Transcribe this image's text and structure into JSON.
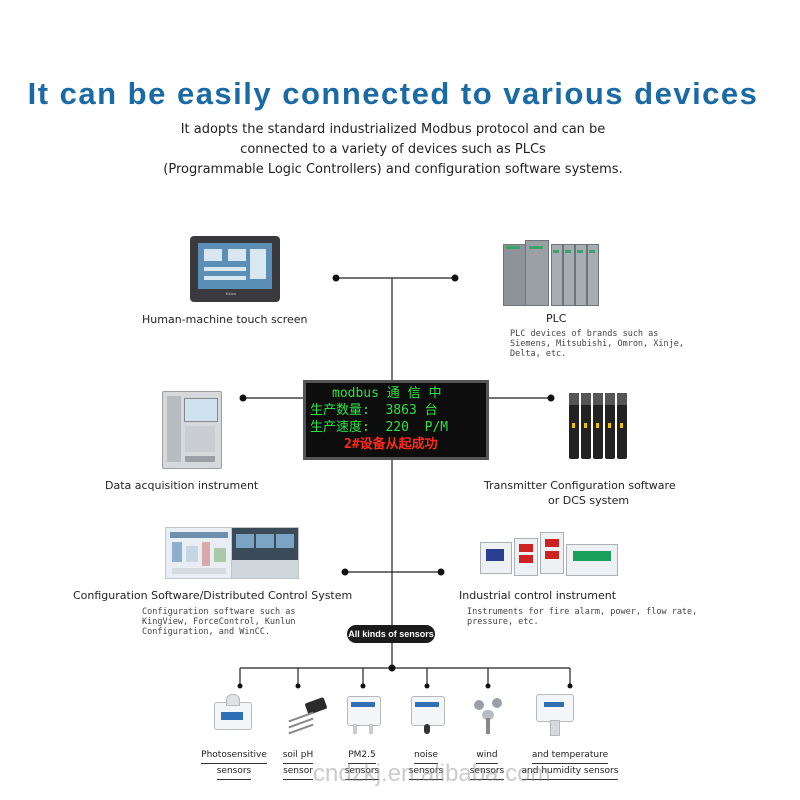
{
  "title": "It can be easily connected to various devices",
  "subtitle_lines": [
    "It adopts the standard industrialized Modbus protocol and can be",
    "connected to a variety of devices such as PLCs",
    "(Programmable Logic Controllers) and configuration software systems."
  ],
  "led": {
    "line1_a": "modbus",
    "line1_b": "通 信 中",
    "line2": "生产数量:  3863 台",
    "line3": "生产速度:  220  P/M",
    "line4": "2#设备从起成功"
  },
  "hmi": {
    "label": "Human-machine touch screen",
    "logo": "Kinco"
  },
  "plc": {
    "label": "PLC",
    "desc_lines": [
      "PLC devices of brands such as",
      "Siemens, Mitsubishi, Omron, Xinje,",
      "Delta, etc."
    ]
  },
  "daq": {
    "label": "Data acquisition instrument"
  },
  "transmitter": {
    "label_lines": [
      "Transmitter Configuration software",
      "or DCS system"
    ]
  },
  "config": {
    "label": "Configuration Software/Distributed Control System",
    "desc_lines": [
      "Configuration software such as",
      "KingView, ForceControl, Kunlun",
      "Configuration, and WinCC."
    ]
  },
  "industrial": {
    "label": "Industrial control instrument",
    "desc_lines": [
      "Instruments for fire alarm, power, flow rate,",
      "pressure, etc."
    ]
  },
  "sensors_pill": "All kinds of sensors",
  "sensors": [
    {
      "line1": "Photosensitive",
      "line2": "sensors"
    },
    {
      "line1": "soil pH",
      "line2": "sensor"
    },
    {
      "line1": "PM2.5",
      "line2": "sensors"
    },
    {
      "line1": "noise",
      "line2": "sensors"
    },
    {
      "line1": "wind",
      "line2": "sensors"
    },
    {
      "line1": "and temperature",
      "line2": "and humidity sensors"
    }
  ],
  "watermark": "cndzkj.en.alibaba.com",
  "colors": {
    "title": "#1a6aa6",
    "led_green": "#2fe043",
    "led_red": "#ff2a1a",
    "line": "#222222"
  }
}
